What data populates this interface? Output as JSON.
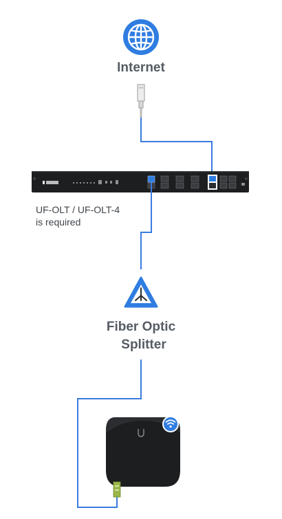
{
  "internet": {
    "label": "Internet"
  },
  "olt": {
    "requirement_line1": "UF-OLT / UF-OLT-4",
    "requirement_line2": "is required"
  },
  "splitter": {
    "label_line1": "Fiber Optic",
    "label_line2": "Splitter"
  },
  "icons": {
    "internet": "globe-icon",
    "splitter": "warning-triangle-splitter-icon",
    "ont": "ont-device-icon",
    "wifi": "wifi-icon"
  },
  "colors": {
    "accent_blue": "#2f7de1",
    "fiber_blue": "#3a7be0",
    "device_dark": "#1c1e20",
    "label_gray": "#555b63"
  }
}
